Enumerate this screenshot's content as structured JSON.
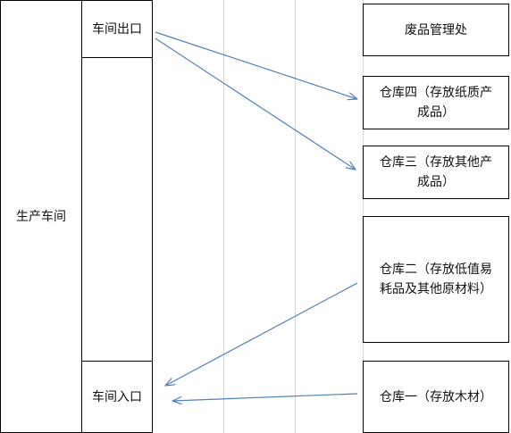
{
  "production_workshop": {
    "label": "生产车间"
  },
  "workshop_exit": {
    "label": "车间出口"
  },
  "workshop_entrance": {
    "label": "车间入口"
  },
  "warehouses": {
    "waste": "废品管理处",
    "wh4": "仓库四（存放纸质产\n成品）",
    "wh3": "仓库三（存放其他产\n成品）",
    "wh2": "仓库二（存放低值易\n耗品及其他原材料）",
    "wh1": "仓库一（存放木材）"
  },
  "colors": {
    "arrow": "#4f81bd",
    "border": "#000000",
    "gridline": "#d9d9d9"
  }
}
